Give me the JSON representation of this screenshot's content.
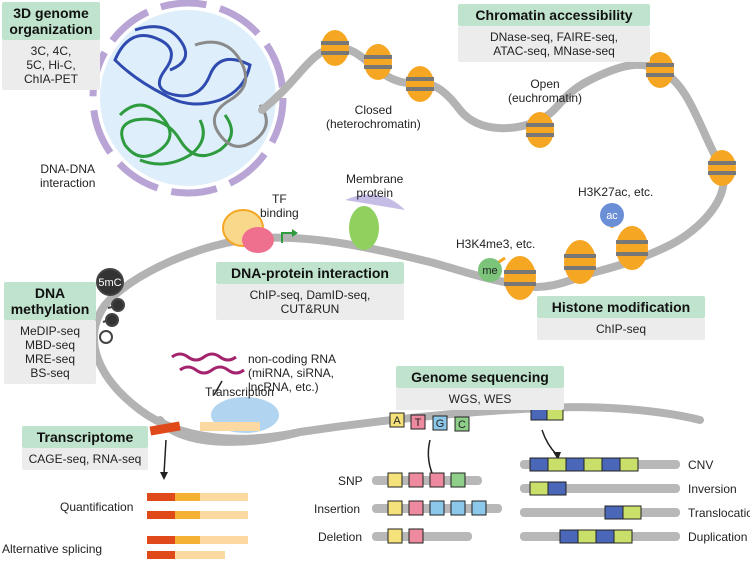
{
  "boxes": {
    "genome_org": {
      "title_lines": [
        "3D genome",
        "organization"
      ],
      "methods": [
        "3C, 4C,",
        "5C, Hi-C,",
        "ChIA-PET"
      ]
    },
    "chromatin": {
      "title": "Chromatin accessibility",
      "methods": [
        "DNase-seq, FAIRE-seq,",
        "ATAC-seq, MNase-seq"
      ]
    },
    "dna_protein": {
      "title": "DNA-protein interaction",
      "methods": [
        "ChIP-seq, DamID-seq,",
        "CUT&RUN"
      ]
    },
    "histone": {
      "title": "Histone modification",
      "methods": [
        "ChIP-seq"
      ]
    },
    "methylation": {
      "title_lines": [
        "DNA",
        "methylation"
      ],
      "methods": [
        "MeDIP-seq",
        "MBD-seq",
        "MRE-seq",
        "BS-seq"
      ]
    },
    "transcriptome": {
      "title": "Transcriptome",
      "methods": [
        "CAGE-seq, RNA-seq"
      ]
    },
    "sequencing": {
      "title": "Genome sequencing",
      "methods": [
        "WGS, WES"
      ]
    }
  },
  "labels": {
    "dna_dna": [
      "DNA-DNA",
      "interaction"
    ],
    "closed": [
      "Closed",
      "(heterochromatin)"
    ],
    "open": [
      "Open",
      "(euchromatin)"
    ],
    "tf_binding": [
      "TF",
      "binding"
    ],
    "membrane": [
      "Membrane",
      "protein"
    ],
    "h3k4me3": "H3K4me3, etc.",
    "h3k27ac": "H3K27ac, etc.",
    "me": "me",
    "ac": "ac",
    "mc5": "5mC",
    "ncrna": [
      "non-coding RNA",
      "(miRNA, siRNA,",
      "lncRNA, etc.)"
    ],
    "transcription": "Transcription",
    "quantification": "Quantification",
    "alt_splicing": "Alternative splicing",
    "snp": "SNP",
    "insertion": "Insertion",
    "deletion": "Deletion",
    "cnv": "CNV",
    "inversion": "Inversion",
    "translocation": "Translocation",
    "duplication": "Duplication",
    "bases": [
      "A",
      "T",
      "G",
      "C"
    ]
  },
  "colors": {
    "box_header": "#bfe3cc",
    "box_body": "#ececec",
    "dna_strand": "#b3b3b3",
    "nucleosome": "#f5a623",
    "nucleus_fill": "#deeefa",
    "nucleus_membrane": "#b9a4d6",
    "base_a": "#f6e27a",
    "base_t": "#ee8aa0",
    "base_g": "#8cc8ea",
    "base_c": "#8fcf8a",
    "cnv_blue": "#4a67b8",
    "cnv_green": "#c8e06a",
    "exon_red": "#e04a1a",
    "exon_orange": "#f5b133",
    "exon_light": "#fbd9a0",
    "ncrna": "#a3236e"
  }
}
